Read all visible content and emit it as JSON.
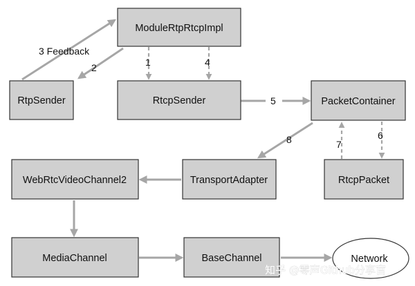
{
  "nodes": {
    "module_impl": "ModuleRtpRtcpImpl",
    "rtp_sender": "RtpSender",
    "rtcp_sender": "RtcpSender",
    "packet_container": "PacketContainer",
    "webrtc_video_channel": "WebRtcVideoChannel2",
    "transport_adapter": "TransportAdapter",
    "rtcp_packet": "RtcpPacket",
    "media_channel": "MediaChannel",
    "base_channel": "BaseChannel",
    "network": "Network"
  },
  "edges": {
    "feedback": "3 Feedback",
    "e1": "1",
    "e2": "2",
    "e4": "4",
    "e5": "5",
    "e6": "6",
    "e7": "7",
    "e8": "8"
  },
  "watermark": "知乎 @零声Github分享官",
  "colors": {
    "box_fill": "#d0d0d0",
    "box_stroke": "#333333",
    "arrow": "#a6a6a6"
  }
}
